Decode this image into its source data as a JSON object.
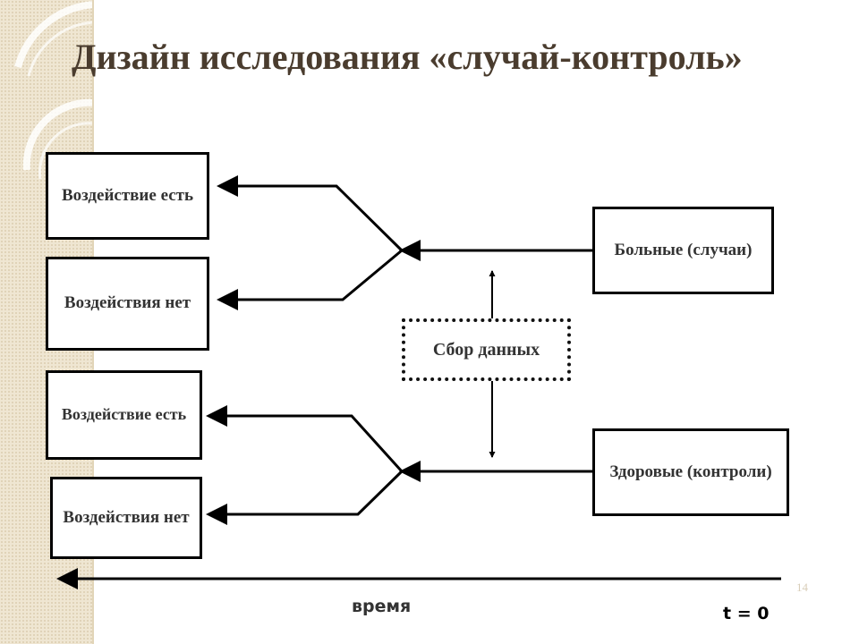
{
  "slide": {
    "title": "Дизайн исследования «случай-контроль»",
    "page_number": "14"
  },
  "boxes": {
    "exposure_yes_1": "Воздействие есть",
    "exposure_no_1": "Воздействия нет",
    "exposure_yes_2": "Воздействие есть",
    "exposure_no_2": "Воздействия нет",
    "cases": "Больные (случаи)",
    "controls": "Здоровые (контроли)",
    "data_collection": "Сбор данных"
  },
  "axis": {
    "time_label": "время",
    "t0_label": "t = 0"
  },
  "colors": {
    "title": "#4a3c2e",
    "sidebar": "#efe6d2",
    "lines": "#000000"
  }
}
